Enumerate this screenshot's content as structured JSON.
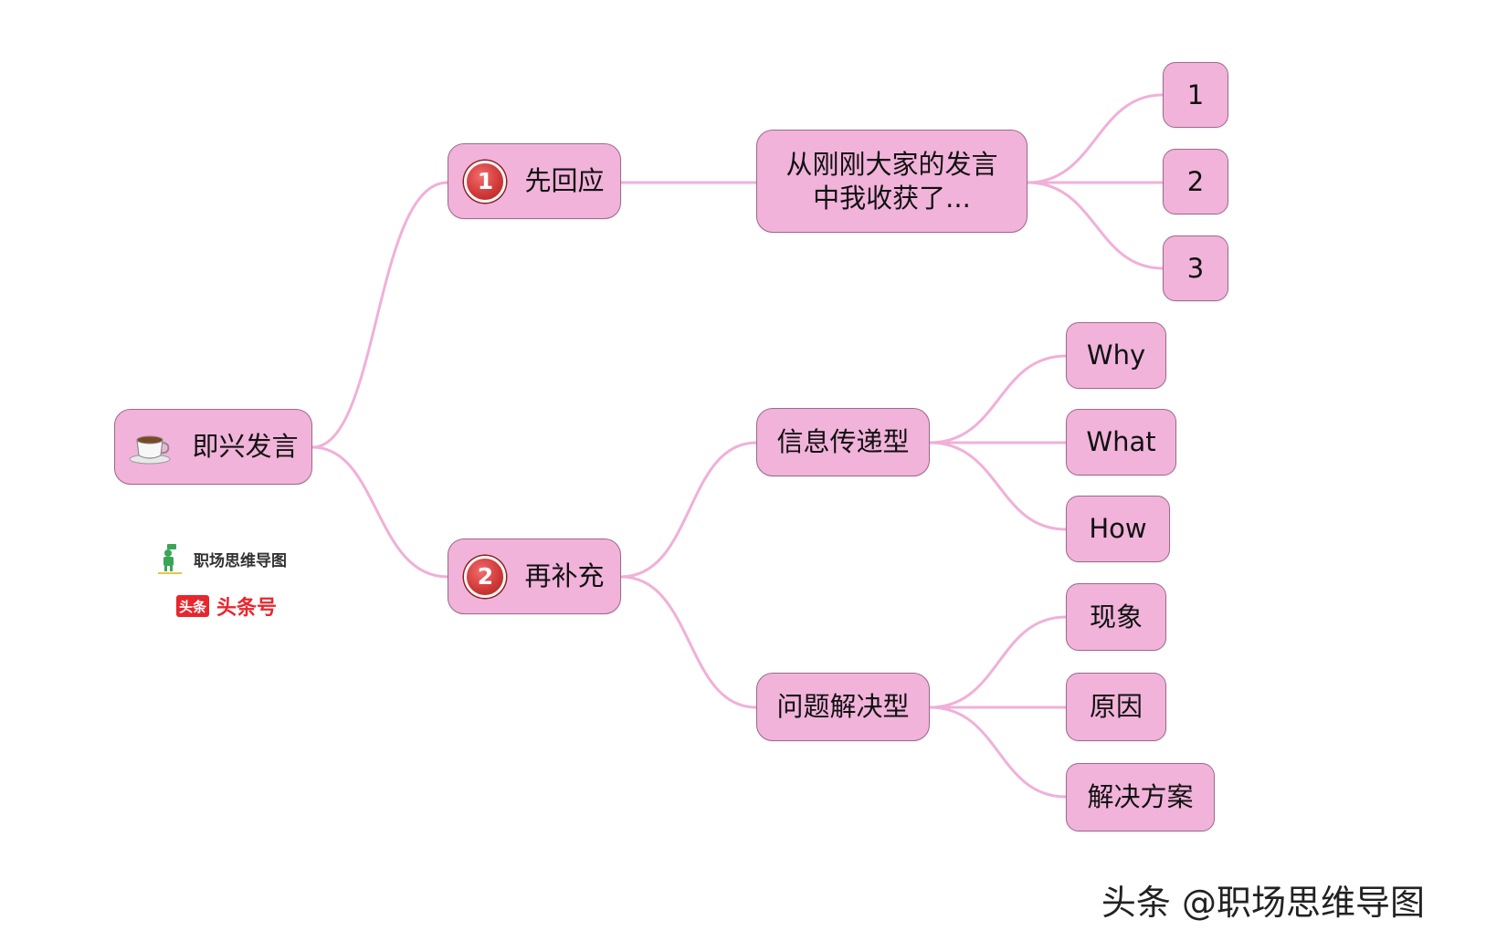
{
  "colors": {
    "node_fill": "#f1b3da",
    "node_border": "#9c6a8a",
    "connector": "#f0b0d8",
    "badge_red": "#d23a3a"
  },
  "root": {
    "label": "即兴发言",
    "icon": "coffee-cup-icon"
  },
  "branches": {
    "respond": {
      "badge": "1",
      "label": "先回应"
    },
    "supplement": {
      "badge": "2",
      "label": "再补充"
    }
  },
  "respond_detail": {
    "label": "从刚刚大家的发言中我收获了..."
  },
  "respond_points": [
    "1",
    "2",
    "3"
  ],
  "info_type": {
    "label": "信息传递型",
    "items": [
      "Why",
      "What",
      "How"
    ]
  },
  "problem_type": {
    "label": "问题解决型",
    "items": [
      "现象",
      "原因",
      "解决方案"
    ]
  },
  "watermarks": {
    "brand": "职场思维导图",
    "toutiao_logo": "头条",
    "toutiao": "头条号",
    "footer": "头条 @职场思维导图"
  }
}
